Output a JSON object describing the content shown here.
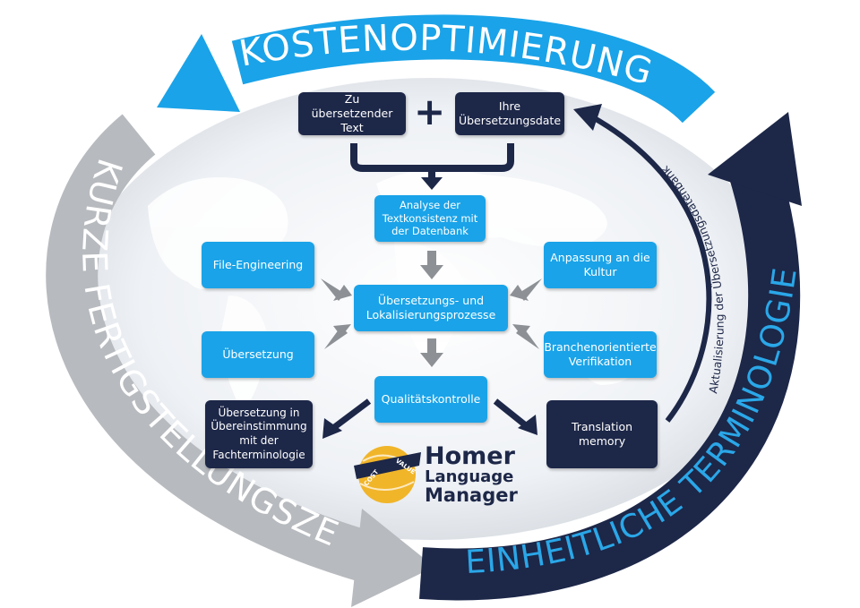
{
  "diagram": {
    "title_top": "KOSTENOPTIMIERUNG",
    "title_left": "KURZE FERTIGSTELLUNGSZEIT",
    "title_right": "EINHEITLICHE TERMINOLOGIE",
    "update_label": "Aktualisierung der Übersetzungsdatenbank",
    "plus_sign": "+",
    "boxes": {
      "source_text": "Zu übersetzender Text",
      "translation_db": "Ihre Übersetzungsdate",
      "analysis": "Analyse der Textkonsistenz mit der Datenbank",
      "file_engineering": "File-Engineering",
      "culture": "Anpassung an die Kultur",
      "process": "Übersetzungs- und Lokalisierungsprozesse",
      "translation": "Übersetzung",
      "verification": "Branchenorientierte Verifikation",
      "quality": "Qualitätskontrolle",
      "terminology_match": "Übersetzung in Übereinstimmung mit der Fachterminologie",
      "translation_memory": "Translation memory"
    },
    "logo": {
      "line1": "Homer",
      "line2": "Language",
      "line3": "Manager",
      "badge_left": "COST",
      "badge_right": "VALUE"
    },
    "colors": {
      "dark_navy": "#1d2748",
      "bright_blue": "#1aa3e8",
      "gray": "#b7babe",
      "gold": "#f1b52a"
    }
  }
}
